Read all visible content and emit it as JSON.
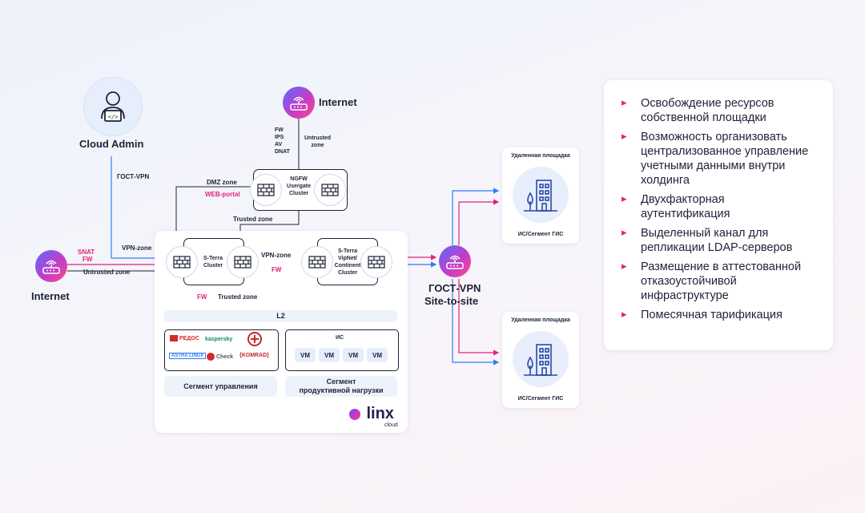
{
  "benefits": [
    "Освобождение ресурсов собственной площадки",
    "Возможность организовать централизованное управление учетными данными внутри холдинга",
    "Двухфакторная аутентификация",
    "Выделенный канал для репликации LDAP-серверов",
    "Размещение в аттестованной отказоустойчивой инфраструктуре",
    "Помесячная тарификация"
  ],
  "nodes": {
    "cloud_admin": "Cloud Admin",
    "internet_top": "Internet",
    "internet_left": "Internet",
    "gost_vpn_site": "ГОСТ-VPN",
    "site_to_site": "Site-to-site"
  },
  "ngfw": {
    "services": [
      "FW",
      "IPS",
      "AV",
      "DNAT"
    ],
    "untrusted_zone": [
      "Untrusted",
      "zone"
    ],
    "cluster_name": [
      "NGFW",
      "Usergate",
      "Cluster"
    ]
  },
  "labels": {
    "gost_vpn": "ГОСТ-VPN",
    "dmz_zone": "DMZ zone",
    "web_portal": "WEB-portal",
    "trusted_zone_top": "Trusted zone",
    "vpn_zone_left": "VPN-zone",
    "snat": "SNAT",
    "fw_left": "FW",
    "untrusted_zone_left": "Untrusted zone",
    "vpn_zone_mid": "VPN-zone",
    "fw_mid": "FW",
    "fw_bottom": "FW",
    "trusted_zone_bottom": "Trusted zone",
    "l2": "L2",
    "is": "ИС"
  },
  "clusters": {
    "sterra": [
      "S-Terra",
      "Cluster"
    ],
    "vipnet": [
      "S-Terra",
      "VipNet/",
      "Continent",
      "Cluster"
    ]
  },
  "vms": [
    "VM",
    "VM",
    "VM",
    "VM"
  ],
  "segments": {
    "mgmt": "Сегмент управления",
    "prod": [
      "Сегмент",
      "продуктивной нагрузки"
    ]
  },
  "logos": {
    "redos": "РЕДОС",
    "kaspersky": "kaspersky",
    "astra": "ASTRA LINUX",
    "check": "Check",
    "komrad": "{KOMRAD}"
  },
  "brand": {
    "name": "linx",
    "sub": "cloud"
  },
  "sites": [
    {
      "title": "Удаленная площадка",
      "caption": "ИС/Сегмент ГИС"
    },
    {
      "title": "Удаленная площадка",
      "caption": "ИС/Сегмент ГИС"
    }
  ],
  "colors": {
    "accent_pink": "#e0237b",
    "accent_blue": "#2e7cf6",
    "line": "#1d2236"
  }
}
